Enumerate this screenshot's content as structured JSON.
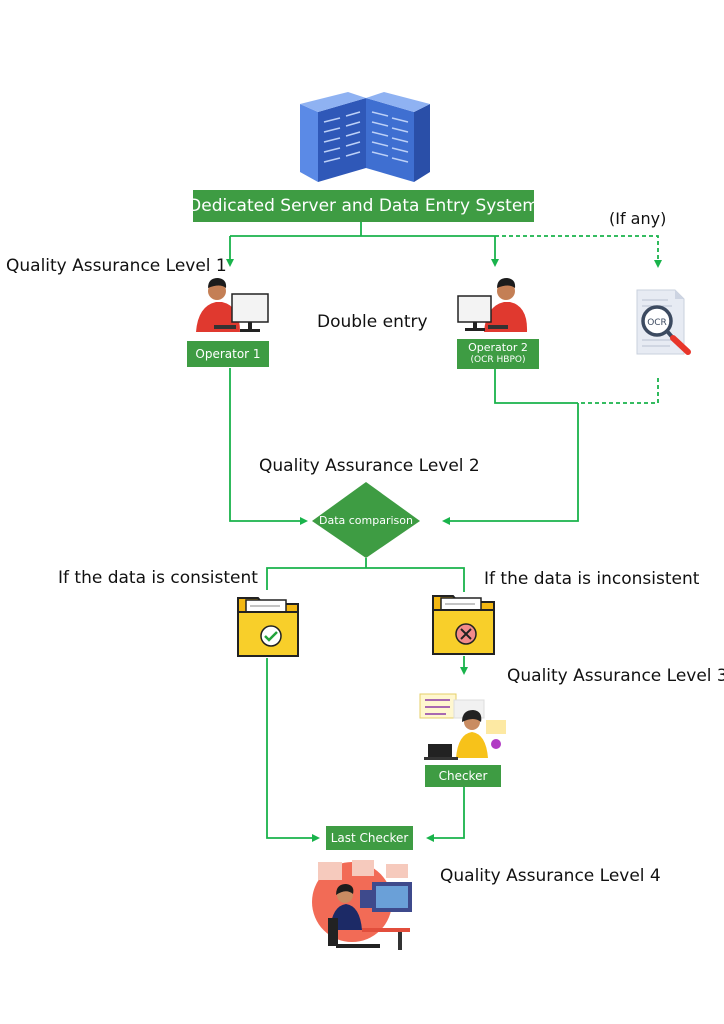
{
  "server_box": "Dedicated Server and Data Entry System",
  "if_any": "(If any)",
  "qa1": "Quality Assurance Level 1",
  "double_entry": "Double entry",
  "operator1": "Operator 1",
  "operator2_line1": "Operator 2",
  "operator2_line2": "(OCR HBPO)",
  "ocr_text": "OCR",
  "qa2": "Quality Assurance Level 2",
  "data_comparison": "Data comparison",
  "consistent": "If the data is consistent",
  "inconsistent": "If the data is inconsistent",
  "qa3": "Quality Assurance Level 3",
  "checker": "Checker",
  "last_checker": "Last Checker",
  "qa4": "Quality Assurance Level 4",
  "colors": {
    "green_box": "#3e9c43",
    "line_green": "#19b34b",
    "operator_red": "#e0392f",
    "server_blue": "#3f6fd1",
    "folder_yellow": "#f5c518"
  },
  "icons": [
    "server-icon",
    "operator-icon",
    "ocr-document-icon",
    "folder-check-icon",
    "folder-cross-icon",
    "checker-person-icon",
    "last-checker-person-icon"
  ]
}
